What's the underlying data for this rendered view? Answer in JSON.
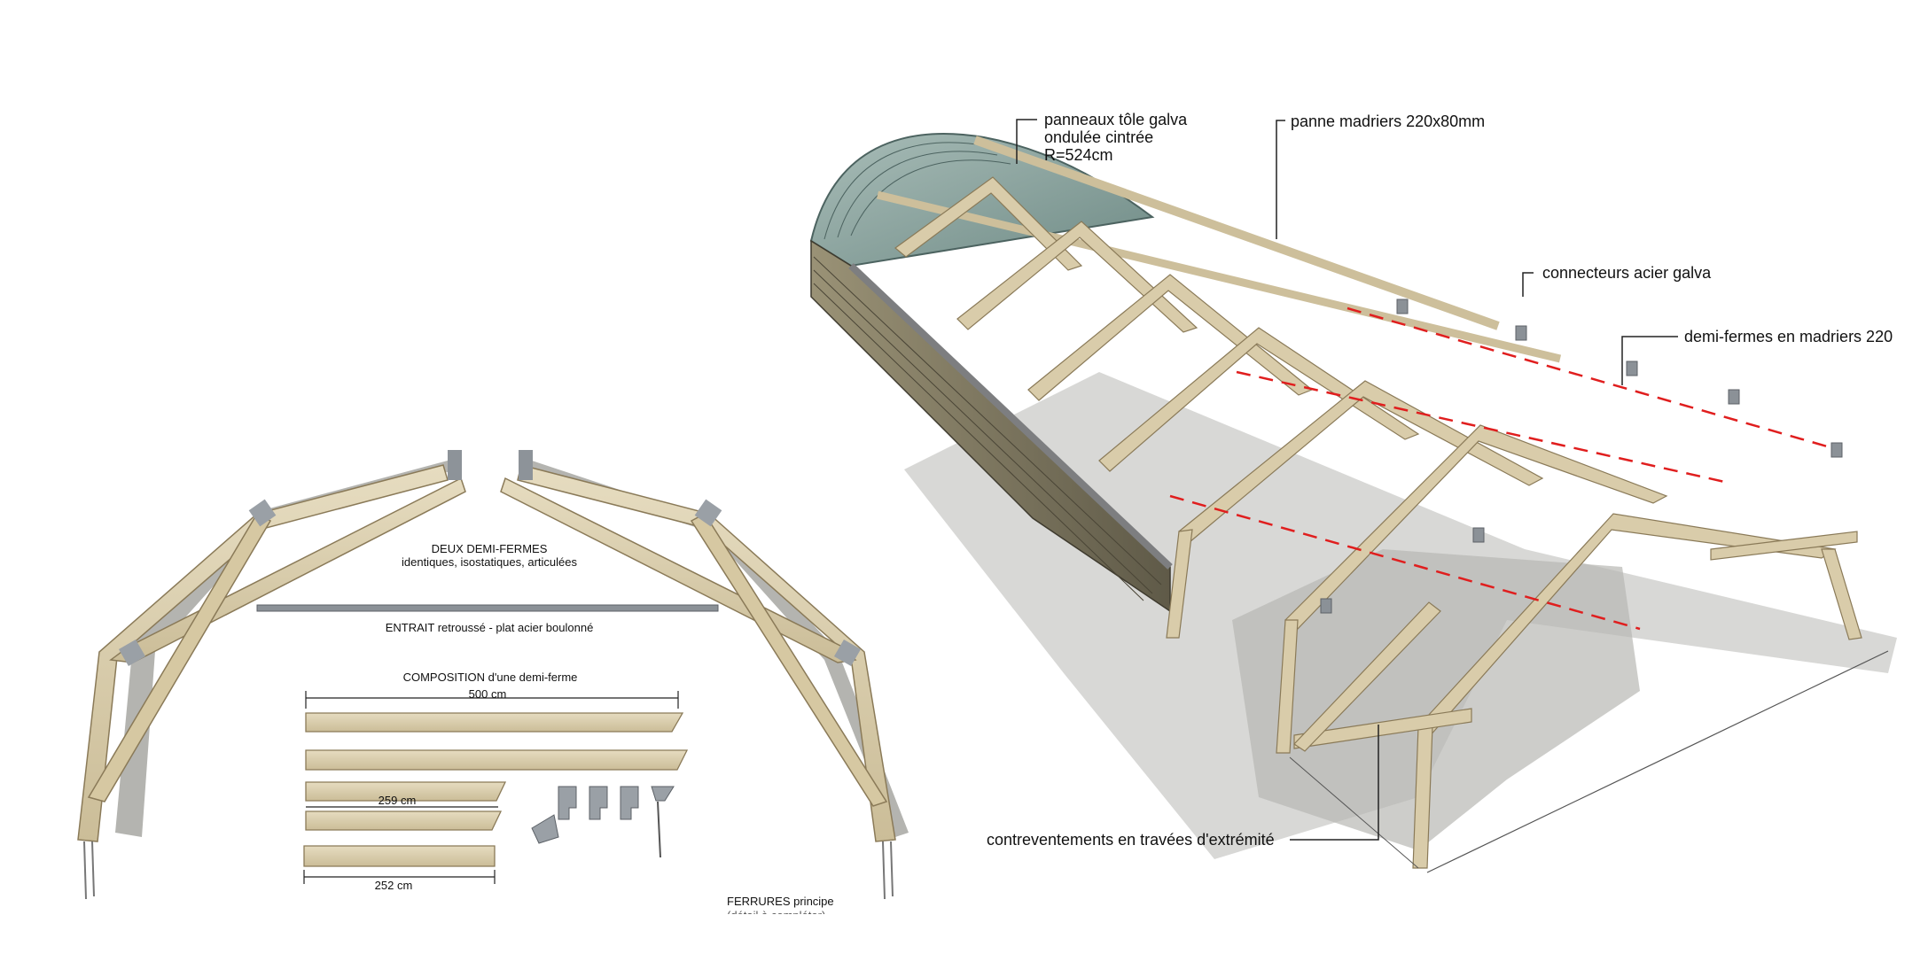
{
  "left_panel": {
    "truss_title": "DEUX DEMI-FERMES",
    "truss_subtitle": "identiques, isostatiques, articulées",
    "tie_label": "ENTRAIT  retroussé - plat acier boulonné",
    "composition_title": "COMPOSITION d'une demi-ferme",
    "dim_500": "500 cm",
    "dim_259": "259 cm",
    "dim_252": "252 cm",
    "ferrures_label": "FERRURES principe",
    "ferrures_sub": "(détail à compléter)"
  },
  "right_panel": {
    "label_sheets_l1": "panneaux tôle galva",
    "label_sheets_l2": "ondulée cintrée",
    "label_sheets_l3": "R=524cm",
    "label_purlin": "panne madriers 220x80mm",
    "label_connectors": "connecteurs acier galva",
    "label_halftrusses": "demi-fermes en madriers 220",
    "label_bracing": "contreventements en travées d'extrémité"
  },
  "colors": {
    "timber": "#d9ccaa",
    "timber_edge": "#8a7a58",
    "shadow": "#a9a9a5",
    "roof": "#8fa8a3",
    "roof_edge": "#4c6360",
    "steel": "#8b9197",
    "red_dash": "#e01e1e",
    "leader": "#222222"
  }
}
